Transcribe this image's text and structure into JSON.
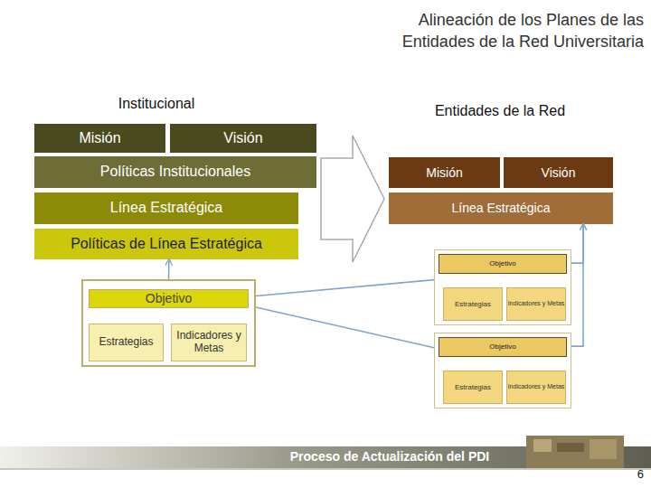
{
  "diagram": {
    "title": "Alineación de los Planes de las Entidades de la Red Universitaria",
    "nodes": [
      {
        "text": [
          "Misión"
        ]
      },
      {
        "text": [
          "Visión"
        ]
      },
      {
        "text": [
          "Políticas Institucionales"
        ]
      },
      {
        "text": [
          "Línea Estratégica"
        ]
      },
      {
        "text": [
          "Políticas de Línea Estratégica"
        ]
      },
      {
        "text": []
      },
      {
        "text": [
          "Objetivo"
        ],
        "in": 5
      },
      {
        "text": [
          "Estrategias"
        ],
        "in": 5
      },
      {
        "text": [
          "Indicadores y Metas"
        ],
        "in": 5
      },
      {
        "text": [
          "Misión"
        ]
      },
      {
        "text": [
          "Visión"
        ]
      },
      {
        "text": [
          "Línea Estratégica"
        ]
      },
      {
        "text": []
      },
      {
        "text": [
          "Objetivo"
        ],
        "in": 12
      },
      {
        "text": [
          "Estrategias"
        ],
        "in": 12
      },
      {
        "text": [
          "Indicadores y Metas"
        ],
        "in": 12
      },
      {
        "text": []
      },
      {
        "text": [
          "Objetivo"
        ],
        "in": 16
      },
      {
        "text": [
          "Estrategias"
        ],
        "in": 16
      },
      {
        "text": [
          "Indicadores y Metas"
        ],
        "in": 16
      }
    ],
    "edges": [
      {
        "from": 5,
        "to": 4,
        "arrow": "to"
      },
      {
        "from": 5,
        "to": 12,
        "arrow": "none"
      },
      {
        "from": 5,
        "to": 16,
        "arrow": "none"
      },
      {
        "from": 12,
        "to": 11,
        "arrow": "to"
      },
      {
        "from": 16,
        "to": 11,
        "arrow": "to"
      }
    ],
    "labels": [
      "Institucional",
      "Entidades de la Red",
      "Proceso de Actualización del PDI",
      "6"
    ]
  }
}
